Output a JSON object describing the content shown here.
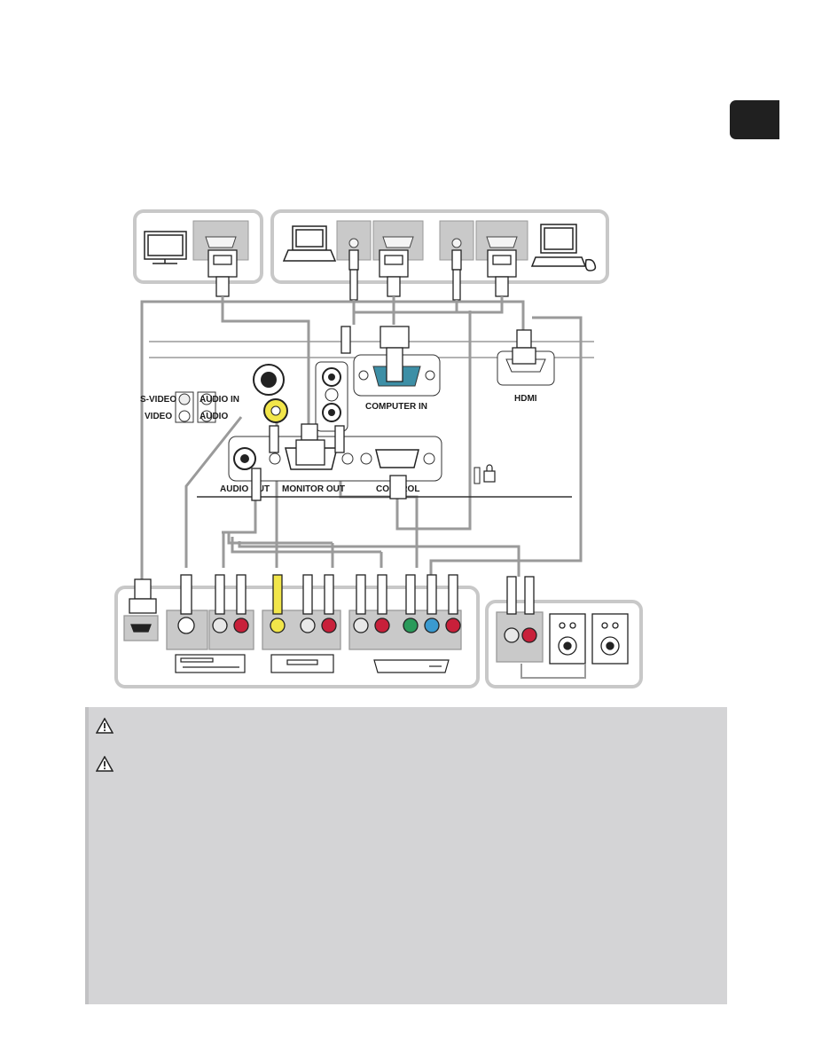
{
  "panel_labels": {
    "svideo": "S-VIDEO",
    "video": "VIDEO",
    "audio_in_1": "AUDIO IN",
    "audio_in_2": "AUDIO",
    "computer_in": "COMPUTER IN",
    "hdmi": "HDMI",
    "audio_out": "AUDIO OUT",
    "monitor_out": "MONITOR OUT",
    "control": "CONTROL"
  },
  "icons": [
    "monitor-icon",
    "laptop-icon",
    "desktop-pc-icon",
    "vcr-icon",
    "dvd-player-icon",
    "set-top-box-icon",
    "speaker-icon",
    "warning-icon",
    "kensington-lock-icon"
  ],
  "colors": {
    "panel_outline": "#c8c8c8",
    "cable": "#9a9a9a",
    "computer_in_port": "#3d8fa6",
    "rca_yellow": "#f2e64a",
    "rca_red": "#c8203a",
    "rca_white": "#e8e8e8",
    "rca_green": "#2a9a5a",
    "rca_blue": "#3a9ad0",
    "warning_box": "#d4d4d6",
    "section_tab": "#202020"
  }
}
